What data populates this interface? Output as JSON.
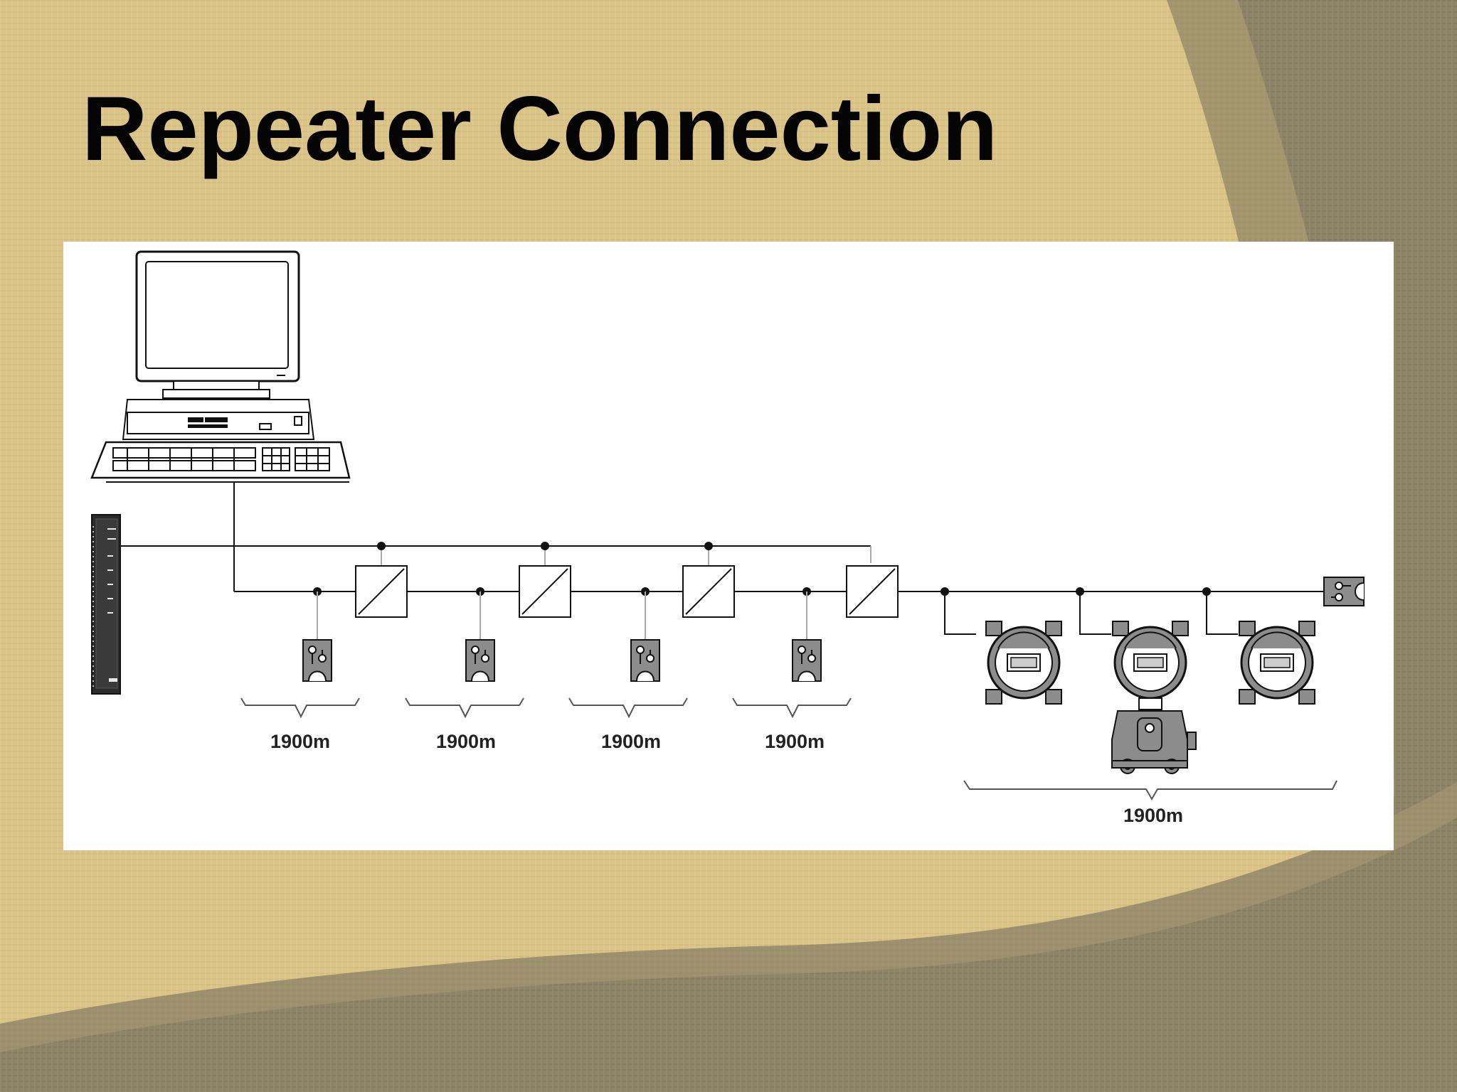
{
  "slide": {
    "title": "Repeater Connection"
  },
  "diagram": {
    "segment_labels": [
      "1900m",
      "1900m",
      "1900m",
      "1900m"
    ],
    "field_segment_label": "1900m"
  },
  "colors": {
    "background": "#d8bf82",
    "background_dark": "#8f8466",
    "panel": "#ffffff",
    "line": "#111111",
    "device_fill": "#8c8c8c"
  }
}
